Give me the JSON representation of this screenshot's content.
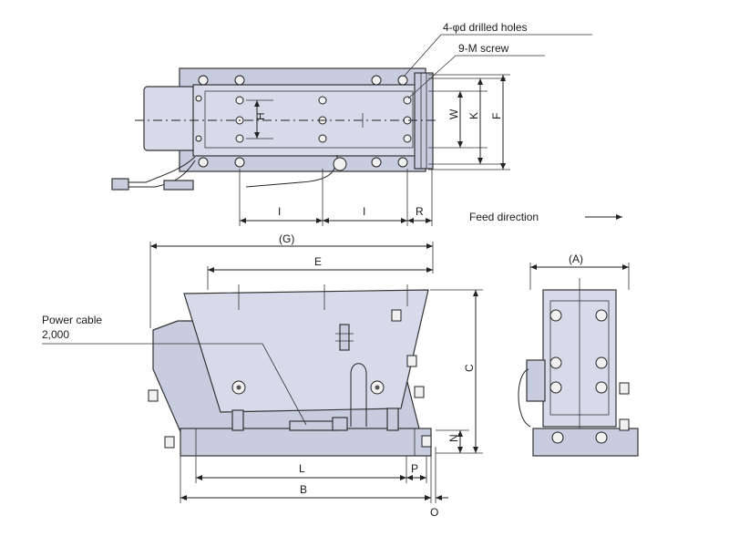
{
  "callouts": {
    "drilled_holes": "4-φd drilled holes",
    "screw": "9-M screw",
    "feed_direction": "Feed direction",
    "power_cable": "Power cable",
    "power_cable_length": "2,000"
  },
  "dimensions": {
    "H": "H",
    "W": "W",
    "K": "K",
    "F": "F",
    "I": "I",
    "R": "R",
    "G": "(G)",
    "E": "E",
    "C": "C",
    "N": "N",
    "L": "L",
    "P": "P",
    "B": "B",
    "O": "O",
    "A": "(A)"
  },
  "colors": {
    "body": "#d7dbe9",
    "body_dark": "#c7ccdf",
    "line": "#222222"
  }
}
